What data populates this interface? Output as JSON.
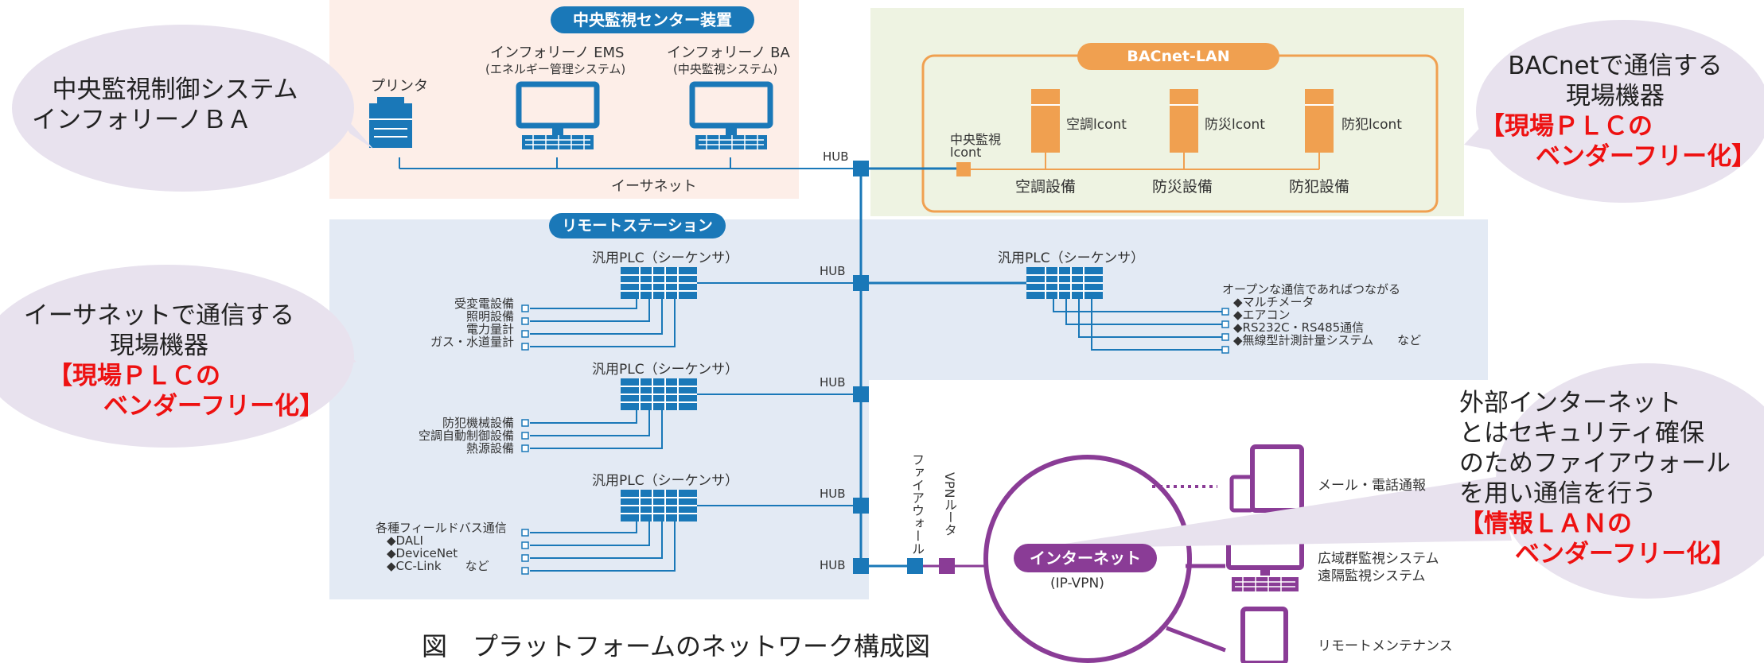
{
  "caption": "図　プラットフォームのネットワーク構成図",
  "central": {
    "title": "中央監視センター装置",
    "printer": "プリンタ",
    "ems": "インフォリーノ EMS",
    "ems_sub": "(エネルギー管理システム)",
    "ba": "インフォリーノ BA",
    "ba_sub": "(中央監視システム)",
    "ethernet": "イーサネット"
  },
  "bacnet": {
    "title": "BACnet-LAN",
    "central_lcont_1": "中央監視",
    "central_lcont_2": "lcont",
    "cont1": "空調lcont",
    "cont2": "防災lcont",
    "cont3": "防犯lcont",
    "eq1": "空調設備",
    "eq2": "防災設備",
    "eq3": "防犯設備"
  },
  "remote": {
    "title": "リモートステーション",
    "plc1": "汎用PLC（シーケンサ）",
    "plc1_items": [
      "受変電設備",
      "照明設備",
      "電力量計",
      "ガス・水道量計"
    ],
    "plc2": "汎用PLC（シーケンサ）",
    "plc2_items": [
      "防犯機械設備",
      "空調自動制御設備",
      "熱源設備"
    ],
    "plc3": "汎用PLC（シーケンサ）",
    "plc3_items": [
      "各種フィールドバス通信",
      "◆DALI",
      "◆DeviceNet",
      "◆CC-Link　　など"
    ],
    "plc4": "汎用PLC（シーケンサ）",
    "plc4_items": [
      "オープンな通信であればつながる",
      "◆マルチメータ",
      "◆エアコン",
      "◆RS232C・RS485通信",
      "◆無線型計測計量システム　　など"
    ]
  },
  "hub": "HUB",
  "firewall": "ファイアウォール",
  "vpn": "VPNルータ",
  "internet": "インターネット",
  "ipvpn": "(IP-VPN)",
  "right_items": [
    "メール・電話通報",
    "広域群監視システム",
    "遠隔監視システム",
    "リモートメンテナンス"
  ],
  "bubbles": {
    "b1_line1": "中央監視制御システム",
    "b1_line2": "インフォリーノＢＡ",
    "b2_line1": "イーサネットで通信する",
    "b2_line2": "現場機器",
    "b2_red1": "【現場ＰＬＣの",
    "b2_red2": "ベンダーフリー化】",
    "b3_line1": "BACnetで通信する",
    "b3_line2": "現場機器",
    "b3_red1": "【現場ＰＬＣの",
    "b3_red2": "ベンダーフリー化】",
    "b4_line1": "外部インターネット",
    "b4_line2": "とはセキュリティ確保",
    "b4_line3": "のためファイアウォール",
    "b4_line4": "を用い通信を行う",
    "b4_red1": "【情報ＬＡＮの",
    "b4_red2": "ベンダーフリー化】"
  },
  "colors": {
    "central_bg": "#fdeee8",
    "bacnet_bg": "#eef3e2",
    "remote_bg": "#e3eaf4",
    "blue": "#1a78b8",
    "orange": "#f0a050",
    "purple": "#8a3c96",
    "bubble": "#e8e2ee"
  }
}
